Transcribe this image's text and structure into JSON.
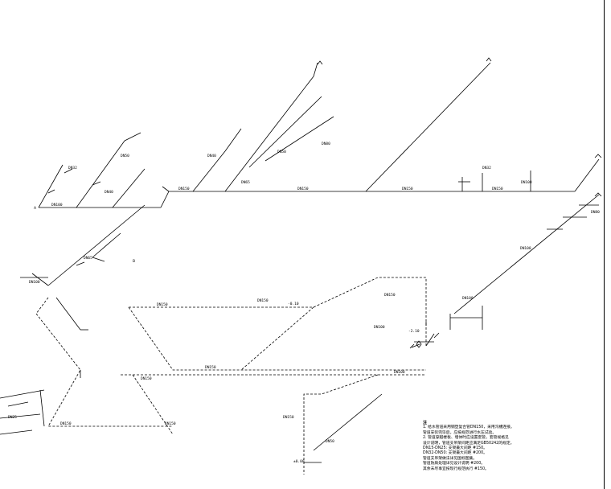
{
  "drawing": {
    "pipe_labels": [
      "DN150",
      "DN150",
      "DN150",
      "DN150",
      "DN150",
      "DN150",
      "DN150",
      "DN150",
      "DN150",
      "DN100",
      "DN100",
      "DN100",
      "DN100",
      "DN100",
      "DN100",
      "DN80",
      "DN80",
      "DN65",
      "DN65",
      "DN50",
      "DN50",
      "DN50",
      "DN40",
      "DN40",
      "DN32",
      "DN32",
      "DN25"
    ],
    "level_labels": [
      "-0.10",
      "-2.10",
      "±0.00"
    ],
    "equipment_labels": [
      "DN150",
      "DN150",
      "DN150",
      "DN100"
    ],
    "markers": [
      "A",
      "B"
    ]
  },
  "notes": {
    "header": "注",
    "items": [
      "1. 给水管道采用钢塑复合管DN150，采用沟槽连接。",
      "   管道安装完毕后，应按规范进行水压试验。",
      "2. 管道穿越楼板、墙体时应设置套管，套管规格见",
      "   设计说明，管道支吊架间距应满足GB50242的规定。",
      "   DN15-DN25: 支架最大间距 #150。",
      "   DN32-DN50: 支架最大间距 #200。",
      "   管道支吊架做法详见国标图集。",
      "   管道防腐处理详见设计说明 #200。",
      "   其余未尽事宜按现行规范执行 #150。"
    ]
  }
}
